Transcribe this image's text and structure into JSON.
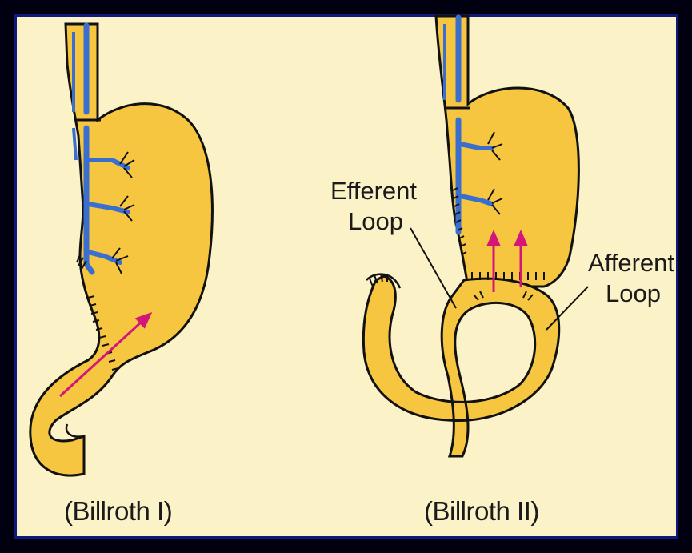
{
  "colors": {
    "background": "#fbf2c8",
    "organ_fill": "#f7c640",
    "outline": "#111111",
    "vessel": "#3a6fd0",
    "arrow": "#d4157a",
    "frame": "#0d1a7a"
  },
  "left_figure": {
    "caption": "(Billroth I)"
  },
  "right_figure": {
    "caption": "(Billroth II)",
    "labels": {
      "efferent_line1": "Efferent",
      "efferent_line2": "Loop",
      "afferent_line1": "Afferent",
      "afferent_line2": "Loop"
    }
  }
}
